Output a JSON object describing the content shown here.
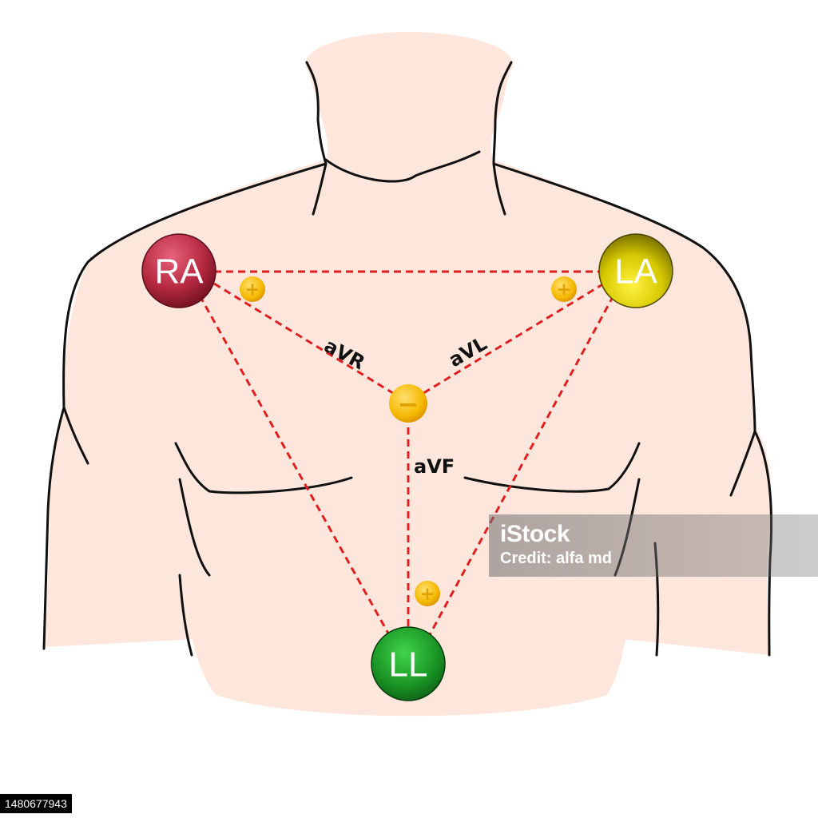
{
  "electrodes": {
    "ra": {
      "label": "RA",
      "color": "#b03048"
    },
    "la": {
      "label": "LA",
      "color": "#c9c000"
    },
    "ll": {
      "label": "LL",
      "color": "#1f9a2a"
    }
  },
  "leads": {
    "avr": "aVR",
    "avl": "aVL",
    "avf": "aVF"
  },
  "poles": {
    "positive_sign": "+",
    "negative_sign": "−",
    "color": "#f4b400"
  },
  "colors": {
    "skin": "#fde6dc",
    "outline": "#111111",
    "lead_lines": "#e02020"
  },
  "watermark": {
    "brand": "iStock",
    "credit": "Credit: alfa md"
  },
  "image_id": "1480677943"
}
